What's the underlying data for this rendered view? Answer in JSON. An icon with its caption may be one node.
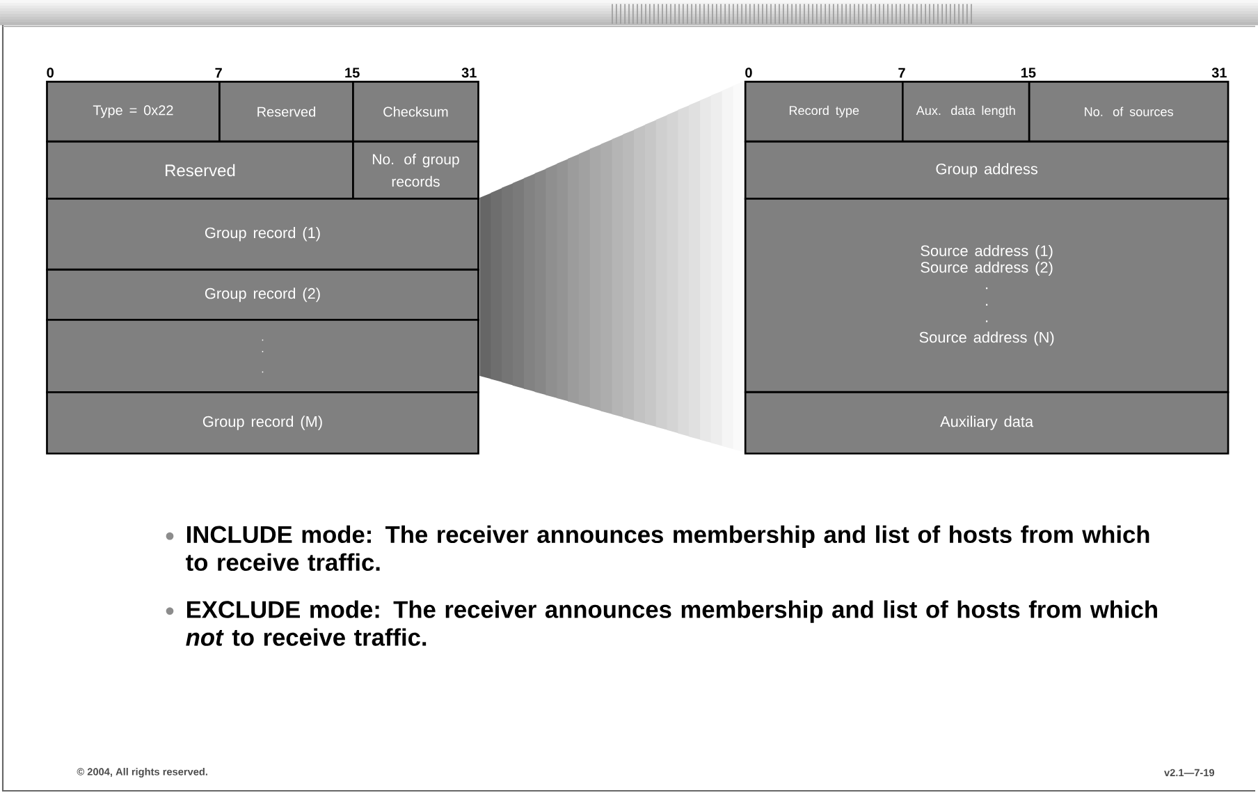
{
  "diagram": {
    "nodes": [
      {
        "text": [
          "Type = 0x22"
        ]
      },
      {
        "text": [
          "Reserved"
        ]
      },
      {
        "text": [
          "Checksum"
        ]
      },
      {
        "text": [
          "Reserved"
        ]
      },
      {
        "text": [
          "No. of group records"
        ]
      },
      {
        "text": [
          "Group record (1)"
        ]
      },
      {
        "text": [
          "Group record (2)"
        ]
      },
      {
        "text": [
          ".",
          ".",
          "."
        ]
      },
      {
        "text": [
          "Group record (M)"
        ]
      },
      {
        "text": [
          "Record type"
        ]
      },
      {
        "text": [
          "Aux. data length"
        ]
      },
      {
        "text": [
          "No. of sources"
        ]
      },
      {
        "text": [
          "Group address"
        ]
      },
      {
        "text": [
          "Source address (1)",
          "Source address (2)",
          ".",
          ".",
          ".",
          "Source address (N)"
        ]
      },
      {
        "text": [
          "Auxiliary data"
        ]
      }
    ],
    "labels": [
      "0",
      "7",
      "15",
      "31",
      "0",
      "7",
      "15",
      "31",
      "INCLUDE mode: The receiver announces membership and list of hosts from which to receive traffic.",
      "EXCLUDE mode: The receiver announces membership and list of hosts from which *not* to receive traffic.",
      "© 2004, All rights reserved.",
      "v2.1—7-19"
    ]
  }
}
